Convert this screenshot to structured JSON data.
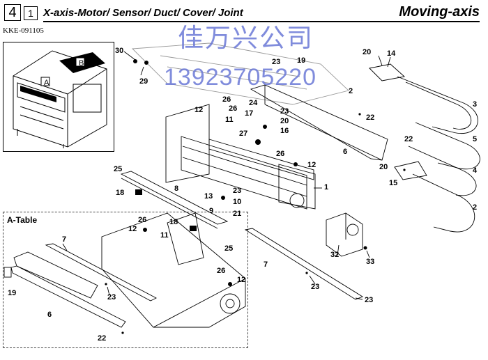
{
  "header": {
    "page_number": "4",
    "sub_number": "1",
    "title": "X-axis-Motor/ Sensor/ Duct/ Cover/ Joint",
    "section": "Moving-axis",
    "doc_code": "KKE-091105"
  },
  "watermark": {
    "line1": "佳万兴公司",
    "line2": "13923705220"
  },
  "overview": {
    "callout_a": "A",
    "callout_b": "B"
  },
  "atable": {
    "title": "A-Table"
  },
  "callouts": [
    "30",
    "29",
    "20",
    "14",
    "19",
    "23",
    "2",
    "3",
    "26",
    "12",
    "26",
    "11",
    "24",
    "17",
    "23",
    "20",
    "16",
    "27",
    "22",
    "6",
    "22",
    "5",
    "26",
    "12",
    "20",
    "4",
    "15",
    "25",
    "8",
    "18",
    "23",
    "13",
    "10",
    "9",
    "21",
    "1",
    "2",
    "18",
    "12",
    "26",
    "11",
    "25",
    "7",
    "32",
    "33",
    "7",
    "23",
    "23",
    "19",
    "6",
    "22",
    "26",
    "12",
    "23"
  ],
  "colors": {
    "watermark": "#6b78d6",
    "line": "#000000"
  }
}
